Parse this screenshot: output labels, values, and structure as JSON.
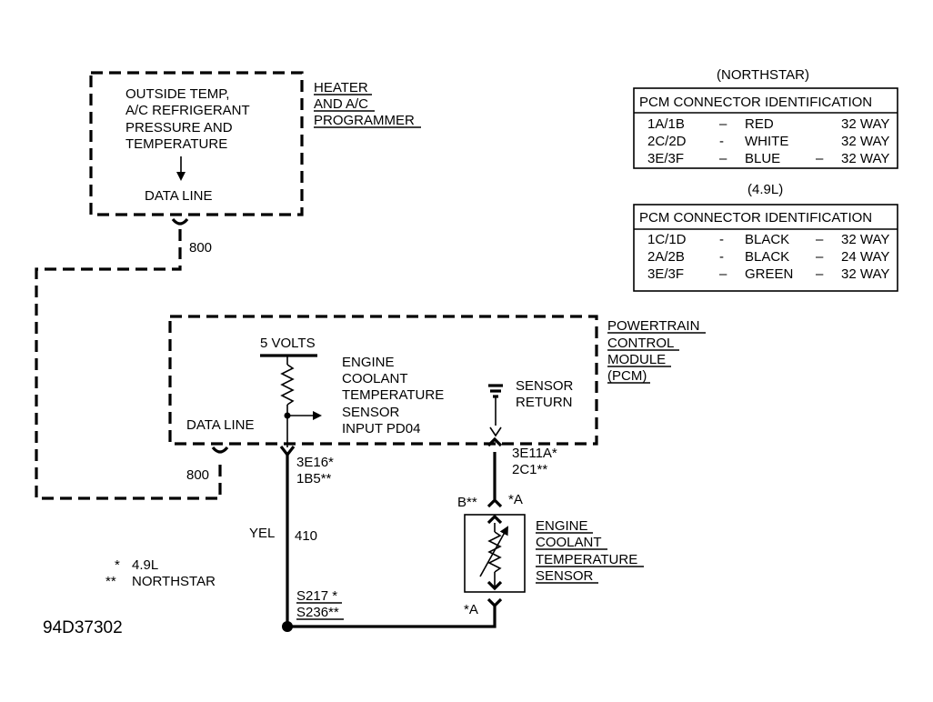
{
  "heater_module": {
    "inner_lines": [
      "OUTSIDE TEMP,",
      "A/C REFRIGERANT",
      "PRESSURE AND",
      "TEMPERATURE"
    ],
    "data_line": "DATA LINE",
    "name_lines": [
      "HEATER",
      "AND A/C",
      "PROGRAMMER"
    ]
  },
  "circuit_800_top": "800",
  "circuit_800_bottom": "800",
  "pcm_module": {
    "name_lines": [
      "POWERTRAIN",
      "CONTROL",
      "MODULE",
      "(PCM)"
    ],
    "five_volts": "5 VOLTS",
    "sensor_input_lines": [
      "ENGINE",
      "COOLANT",
      "TEMPERATURE",
      "SENSOR",
      "INPUT PD04"
    ],
    "sensor_return_lines": [
      "SENSOR",
      "RETURN"
    ],
    "data_line": "DATA LINE"
  },
  "pins_left": [
    "3E16*",
    "1B5**"
  ],
  "pins_right": [
    "3E11A*",
    "2C1**"
  ],
  "wire_color": "YEL",
  "wire_circuit": "410",
  "splices": [
    "S217 *",
    "S236**"
  ],
  "sensor_connector": {
    "top_left": "B**",
    "top_right": "*A",
    "bottom": "*A"
  },
  "sensor_label_lines": [
    "ENGINE",
    "COOLANT",
    "TEMPERATURE",
    "SENSOR"
  ],
  "legend": [
    {
      "symbol": "*",
      "text": "4.9L"
    },
    {
      "symbol": "**",
      "text": "NORTHSTAR"
    }
  ],
  "figure_id": "94D37302",
  "tables": [
    {
      "caption": "(NORTHSTAR)",
      "header": "PCM CONNECTOR IDENTIFICATION",
      "rows": [
        {
          "pins": "1A/1B",
          "sep1": "–",
          "color": "RED",
          "sep2": "",
          "way": "32 WAY"
        },
        {
          "pins": "2C/2D",
          "sep1": "-",
          "color": "WHITE",
          "sep2": "",
          "way": "32 WAY"
        },
        {
          "pins": "3E/3F",
          "sep1": "–",
          "color": "BLUE",
          "sep2": "–",
          "way": "32 WAY"
        }
      ]
    },
    {
      "caption": "(4.9L)",
      "header": "PCM CONNECTOR IDENTIFICATION",
      "rows": [
        {
          "pins": "1C/1D",
          "sep1": "-",
          "color": "BLACK",
          "sep2": "–",
          "way": "32 WAY"
        },
        {
          "pins": "2A/2B",
          "sep1": "-",
          "color": "BLACK",
          "sep2": "–",
          "way": "24 WAY"
        },
        {
          "pins": "3E/3F",
          "sep1": "–",
          "color": "GREEN",
          "sep2": "–",
          "way": "32 WAY"
        }
      ]
    }
  ]
}
